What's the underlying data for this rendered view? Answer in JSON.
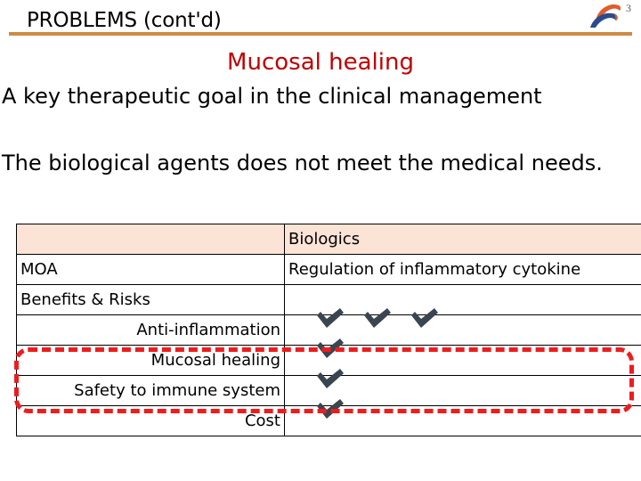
{
  "slide": {
    "title": "PROBLEMS (cont'd)",
    "page_number": "3",
    "subtitle": "Mucosal healing",
    "lead_line": "A key therapeutic goal in the clinical management",
    "body_paragraph": "The biological agents does not meet the medical needs.",
    "rule_color": "#CE8A43",
    "subtitle_color": "#C00000",
    "highlight_color": "#EE1C1C",
    "header_fill": "#FBE3D6",
    "check_color": "#3A4550",
    "logo": {
      "name": "company-swoosh-logo",
      "orange": "#E05C2B",
      "blue": "#2B4C8C"
    }
  },
  "table": {
    "columns": [
      "",
      "Biologics"
    ],
    "rows": [
      {
        "label": "",
        "align": "left",
        "value": "Biologics",
        "checks": 0,
        "header": true
      },
      {
        "label": "MOA",
        "align": "left",
        "value": "Regulation of inflammatory cytokine",
        "checks": 0,
        "header": false
      },
      {
        "label": "Benefits & Risks",
        "align": "left",
        "value": "",
        "checks": 0,
        "header": false
      },
      {
        "label": "Anti-inflammation",
        "align": "right",
        "value": "",
        "checks": 3,
        "header": false
      },
      {
        "label": "Mucosal healing",
        "align": "right",
        "value": "",
        "checks": 1,
        "header": false
      },
      {
        "label": "Safety to immune system",
        "align": "right",
        "value": "",
        "checks": 1,
        "header": false
      },
      {
        "label": "Cost",
        "align": "right",
        "value": "",
        "checks": 1,
        "header": false
      }
    ],
    "highlight_rows": [
      "Mucosal healing",
      "Safety to immune system"
    ]
  }
}
